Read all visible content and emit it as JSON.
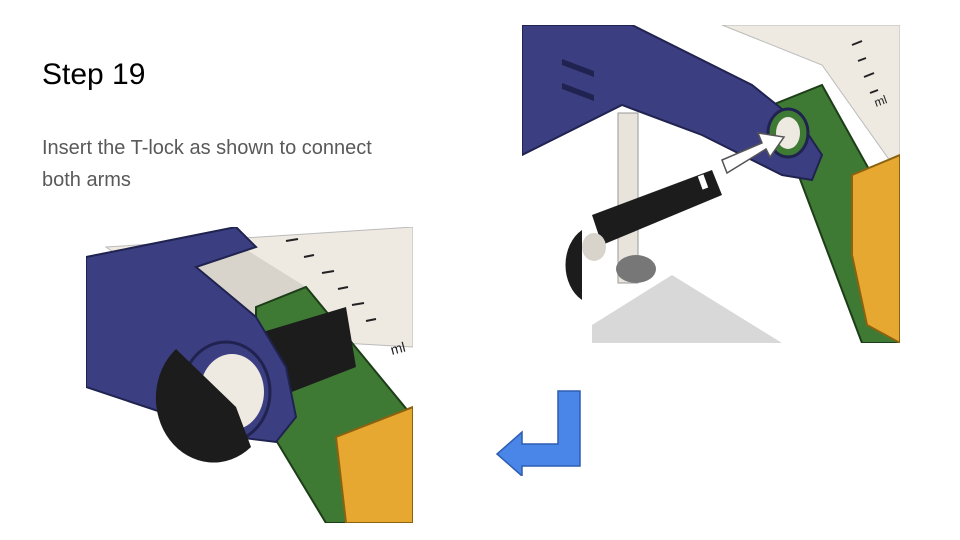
{
  "slide": {
    "title": "Step 19",
    "body": "Insert the T-lock as shown to connect both arms"
  },
  "images": {
    "top_right": {
      "scale_label": "ml"
    },
    "bottom_left": {
      "scale_label": "ml"
    }
  },
  "colors": {
    "arm_blue": "#3b3f82",
    "arm_green": "#3f7a35",
    "part_orange": "#e6a830",
    "tlock_black": "#1c1c1c",
    "syringe_white": "#eeeae2",
    "arrow_blue": "#4a86e8",
    "body_text": "#595959"
  },
  "icons": {
    "arrow": "down-left-turn-arrow-icon",
    "insert_arrow": "pointer-arrow-icon"
  }
}
